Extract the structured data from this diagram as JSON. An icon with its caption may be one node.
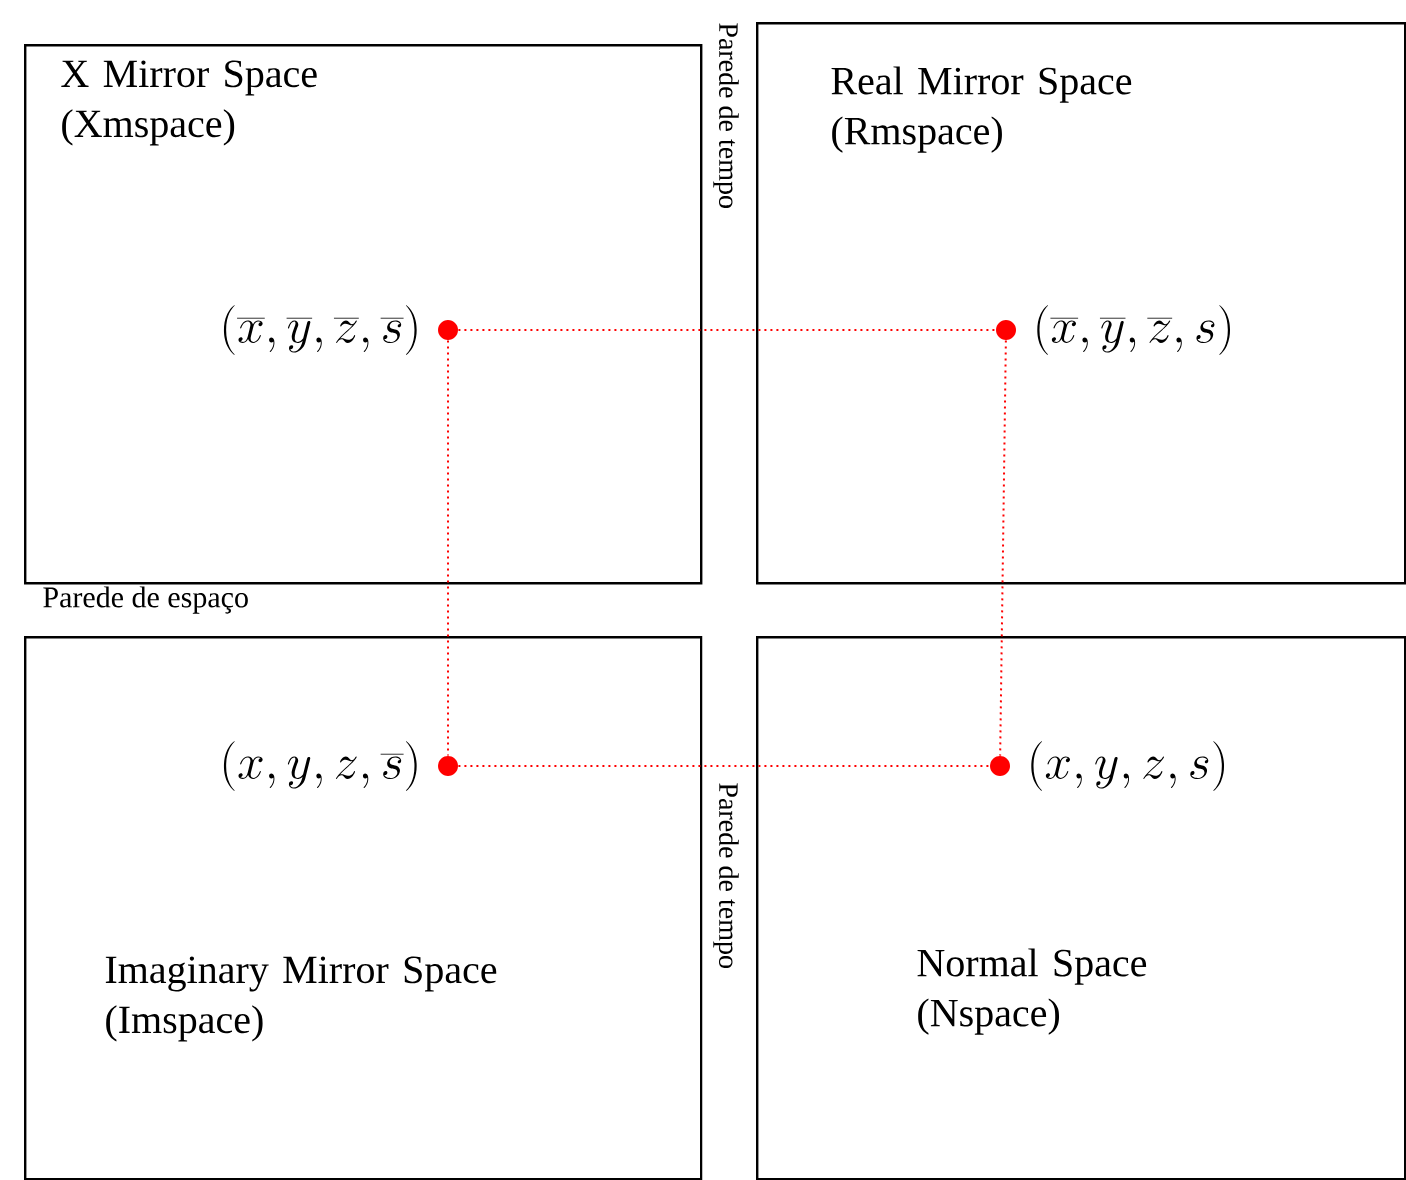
{
  "diagram": {
    "nodes": [
      {
        "text": [
          "X Mirror Space (Xmspace)"
        ]
      },
      {
        "text": [
          "Real Mirror Space (Rmspace)"
        ]
      },
      {
        "text": [
          "Imaginary Mirror Space (Imspace)"
        ]
      },
      {
        "text": [
          "Normal Space (Nspace)"
        ]
      },
      {
        "text": [],
        "shape": "circle",
        "in": 0,
        "beside": [
          "(\\overline{x}, \\overline{y}, \\overline{z}, \\overline{s})"
        ]
      },
      {
        "text": [],
        "shape": "circle",
        "in": 1,
        "beside": [
          "(\\overline{x}, \\overline{y}, \\overline{z}, s)"
        ]
      },
      {
        "text": [],
        "shape": "circle",
        "in": 2,
        "beside": [
          "(x, y, z, \\overline{s})"
        ]
      },
      {
        "text": [],
        "shape": "circle",
        "in": 3,
        "beside": [
          "(x, y, z, s)"
        ]
      }
    ],
    "edges": [
      {
        "from": 4,
        "to": 5,
        "arrow": "none"
      },
      {
        "from": 4,
        "to": 6,
        "arrow": "none"
      },
      {
        "from": 5,
        "to": 7,
        "arrow": "none"
      },
      {
        "from": 6,
        "to": 7,
        "arrow": "none"
      }
    ],
    "labels": [
      "Parede de tempo",
      "Parede de espaço",
      "Parede de tempo"
    ]
  }
}
